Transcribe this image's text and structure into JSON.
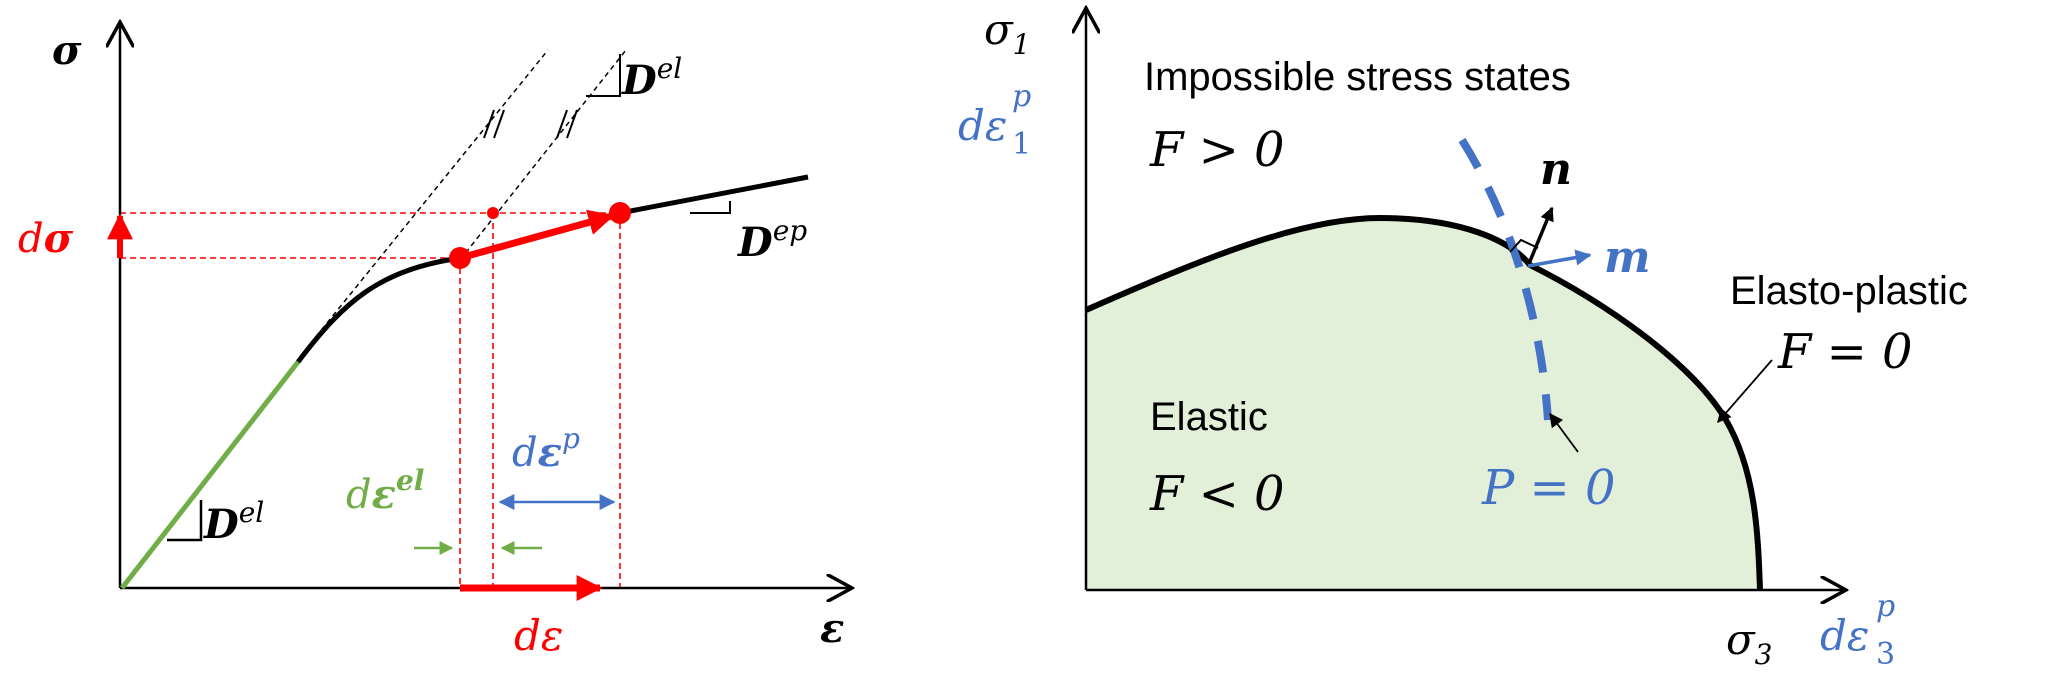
{
  "left_panel": {
    "y_axis_label": "σ",
    "x_axis_label": "ε",
    "d_sigma": {
      "d": "d",
      "sym": "σ"
    },
    "d_eps": "dε",
    "d_eps_el": {
      "d": "d",
      "sym": "ε",
      "sup": "el"
    },
    "d_eps_p": {
      "d": "d",
      "sym": "ε",
      "sup": "p"
    },
    "D_el_top": {
      "sym": "D",
      "sup": "el"
    },
    "D_el_bottom": {
      "sym": "D",
      "sup": "el"
    },
    "D_ep": {
      "sym": "D",
      "sup": "ep"
    },
    "parallel_mark": "//"
  },
  "right_panel": {
    "y_axis_label": {
      "sym": "σ",
      "sub": "1"
    },
    "x_axis_label": {
      "sym": "σ",
      "sub": "3"
    },
    "d_eps1_p": {
      "d": "dε",
      "sub": "1",
      "sup": "p"
    },
    "d_eps3_p": {
      "d": "dε",
      "sub": "3",
      "sup": "p"
    },
    "impossible_label": "Impossible stress states",
    "impossible_eq": "F > 0",
    "elastic_label": "Elastic",
    "elastic_eq": "F < 0",
    "elastoplastic_label": "Elasto-plastic",
    "elastoplastic_eq": "F = 0",
    "potential_eq": "P = 0",
    "normal_n": "n",
    "flow_m": "m"
  },
  "colors": {
    "red": "#ff0000",
    "green": "#70ad47",
    "blue": "#4472c4",
    "fill": "#e2efd9",
    "black": "#000000"
  }
}
